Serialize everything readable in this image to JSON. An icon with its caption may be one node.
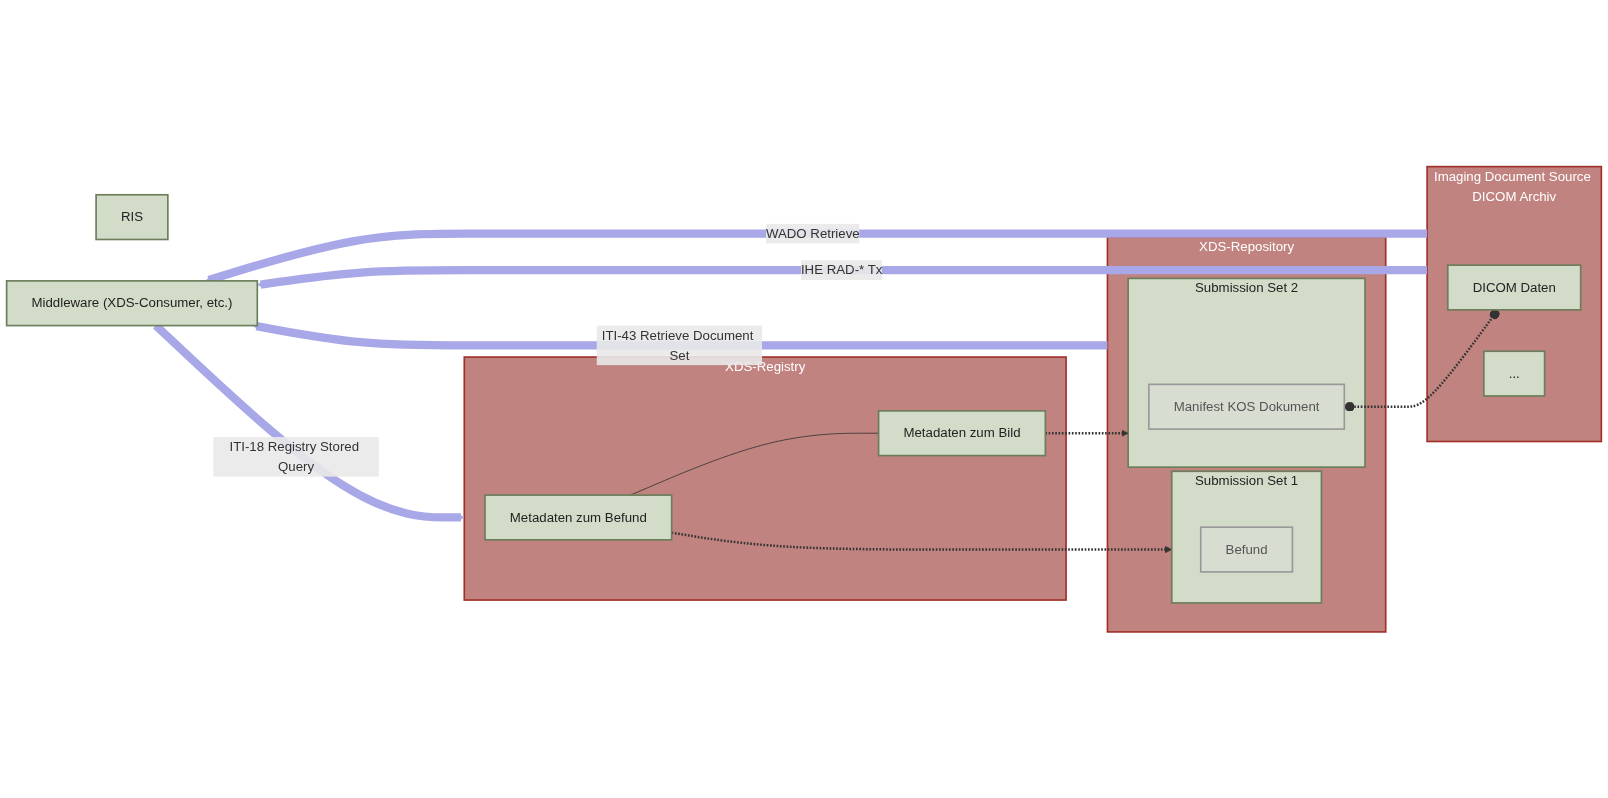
{
  "diagram": {
    "nodes": [
      {
        "text": [
          "XDS-Registry"
        ]
      },
      {
        "text": [
          "Metadaten zum Befund"
        ],
        "in": 0
      },
      {
        "text": [
          "Metadaten zum Bild"
        ],
        "in": 0
      },
      {
        "text": [
          "XDS-Repository"
        ]
      },
      {
        "text": [
          "Submission Set 1"
        ],
        "in": 3
      },
      {
        "text": [
          "Befund"
        ],
        "in": 4
      },
      {
        "text": [
          "Submission Set 2"
        ],
        "in": 3
      },
      {
        "text": [
          "Manifest KOS Dokument"
        ],
        "in": 6
      },
      {
        "text": [
          "Imaging Document Source DICOM Archiv"
        ]
      },
      {
        "text": [
          "DICOM Daten"
        ],
        "in": 8
      },
      {
        "text": [
          "..."
        ],
        "in": 8
      },
      {
        "text": [
          "Middleware (XDS-Consumer, etc.)"
        ]
      },
      {
        "text": [
          "RIS"
        ]
      }
    ],
    "edges": [
      {
        "from": 1,
        "to": 2,
        "arrow": "none"
      },
      {
        "from": 1,
        "to": 4,
        "arrow": "to",
        "style": "dashed"
      },
      {
        "from": 2,
        "to": 6,
        "arrow": "to",
        "style": "dashed"
      },
      {
        "from": 7,
        "to": 9,
        "arrow": "other",
        "style": "dashed"
      },
      {
        "from": 11,
        "to": 0,
        "arrow": "to",
        "label": "ITI-18 Registry Stored Query",
        "style": "thick",
        "color": "#a8a8e8"
      },
      {
        "from": 3,
        "to": 11,
        "arrow": "to",
        "label": "ITI-43 Retrieve Document Set",
        "style": "thick",
        "color": "#a8a8e8"
      },
      {
        "from": 8,
        "to": 11,
        "arrow": "to",
        "label": "IHE RAD-* Tx",
        "style": "thick",
        "color": "#a8a8e8"
      },
      {
        "from": 8,
        "to": 11,
        "arrow": "to",
        "label": "WADO Retrieve",
        "style": "thick",
        "color": "#a8a8e8"
      }
    ]
  }
}
